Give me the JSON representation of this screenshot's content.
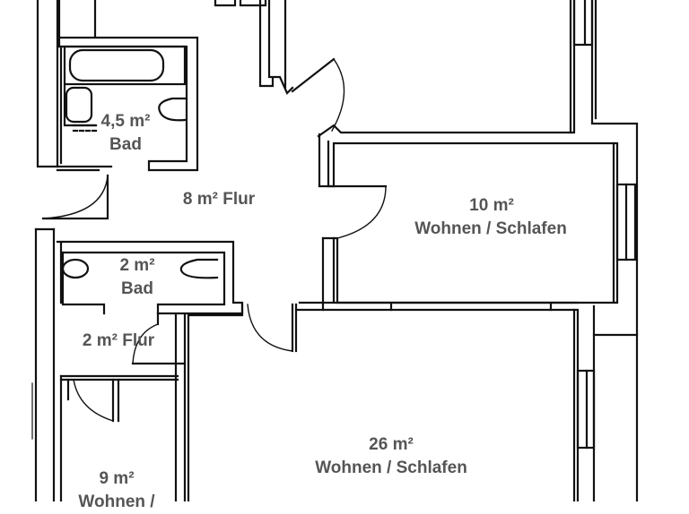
{
  "colors": {
    "wall": "#111111",
    "label": "#555555",
    "background": "#ffffff"
  },
  "rooms": [
    {
      "id": "bad_large",
      "area": "4,5 m²",
      "name": "Bad"
    },
    {
      "id": "flur_main",
      "area": "8 m² Flur"
    },
    {
      "id": "wohnen_10",
      "area": "10 m²",
      "name": "Wohnen / Schlafen"
    },
    {
      "id": "bad_small",
      "area": "2 m²",
      "name": "Bad"
    },
    {
      "id": "flur_small",
      "area": "2 m² Flur"
    },
    {
      "id": "wohnen_26",
      "area": "26 m²",
      "name": "Wohnen / Schlafen"
    },
    {
      "id": "wohnen_9",
      "area": "9 m²",
      "name": "Wohnen /"
    }
  ]
}
